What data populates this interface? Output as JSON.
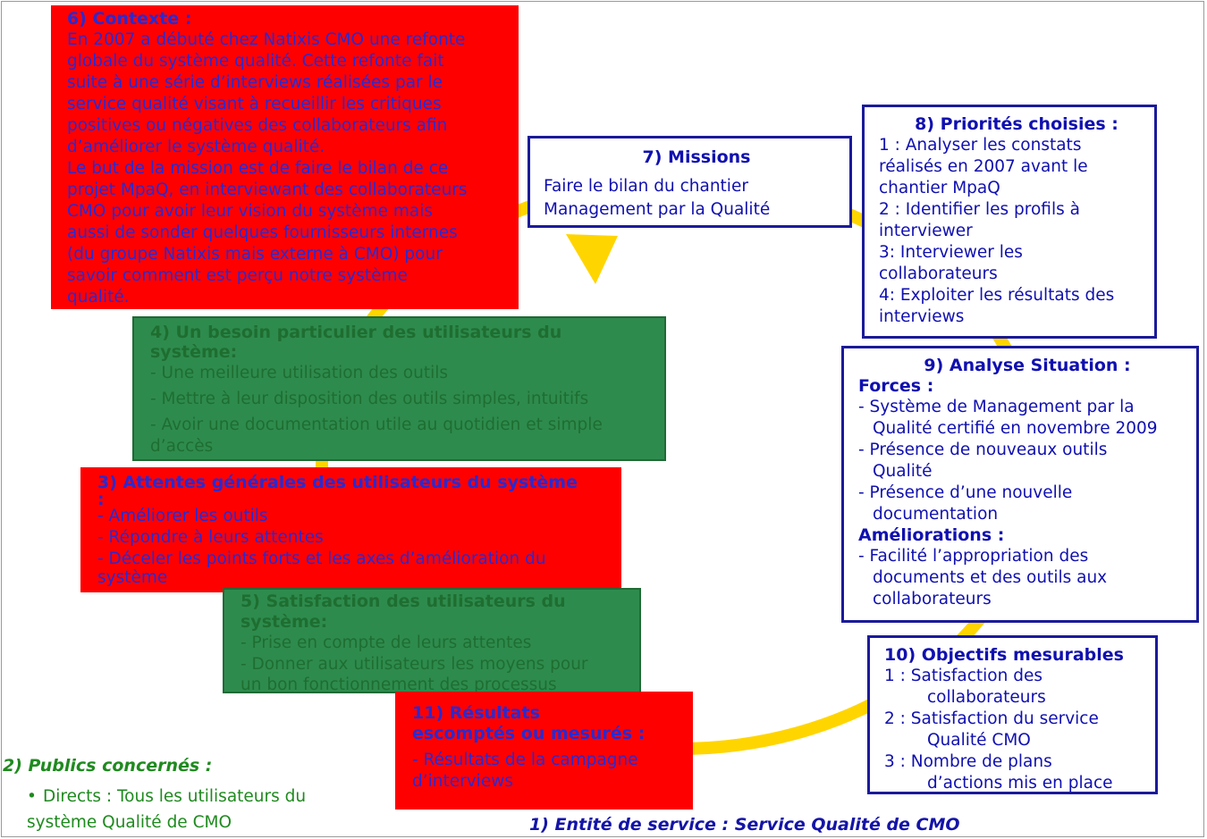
{
  "colors": {
    "ring": "#ffd500",
    "red": "#ff0000",
    "green": "#2e8b4e",
    "navy": "#1a1a9a",
    "publics_green": "#1f8a1f"
  },
  "contexte": {
    "title": "6) Contexte :",
    "lines": [
      "En 2007 a débuté chez Natixis CMO une refonte",
      "globale du système qualité. Cette refonte fait",
      "suite à une série d’interviews réalisées par le",
      "service qualité visant à recueillir les critiques",
      "positives ou négatives des collaborateurs afin",
      "d’améliorer le système qualité.",
      "Le but de la mission est de faire le bilan de ce",
      "projet MpaQ, en interviewant des collaborateurs",
      "CMO pour avoir leur vision du système mais",
      "aussi de sonder quelques fournisseurs internes",
      "(du groupe Natixis mais externe à CMO) pour",
      "savoir comment est perçu notre système",
      "qualité."
    ]
  },
  "missions": {
    "title": "7) Missions",
    "lines": [
      "Faire le bilan du chantier",
      "Management par la Qualité"
    ]
  },
  "priorites": {
    "title": "8) Priorités choisies :",
    "lines": [
      "1 : Analyser les constats",
      "réalisés en 2007 avant le",
      "chantier MpaQ",
      "2 : Identifier les profils à",
      "interviewer",
      "3: Interviewer les",
      "collaborateurs",
      "4: Exploiter les résultats des",
      "interviews"
    ]
  },
  "besoin": {
    "title_1": "4) Un besoin particulier des utilisateurs du",
    "title_2": "système:",
    "items": [
      "- Une meilleure utilisation des outils",
      "- Mettre à leur disposition des outils simples, intuitifs",
      "- Avoir une documentation utile au quotidien et simple",
      "d’accès"
    ]
  },
  "analyse": {
    "title": "9) Analyse Situation :",
    "forces_label": "Forces :",
    "forces": [
      "- Système de Management par la",
      "Qualité certifié en novembre 2009",
      "- Présence de nouveaux outils",
      "Qualité",
      "- Présence d’une nouvelle",
      "documentation"
    ],
    "ameliorations_label": "Améliorations :",
    "ameliorations": [
      "- Facilité l’appropriation des",
      "documents et des outils aux",
      "collaborateurs"
    ]
  },
  "attentes": {
    "title_1": "3) Attentes générales des utilisateurs du système",
    "title_2": ":",
    "items": [
      "- Améliorer les outils",
      "- Répondre à leurs attentes",
      "- Déceler les points forts et les axes d’amélioration du",
      "système"
    ]
  },
  "satisfaction": {
    "title_1": "5) Satisfaction des utilisateurs du",
    "title_2": "système:",
    "items": [
      "- Prise en compte de leurs attentes",
      "- Donner aux utilisateurs les moyens pour",
      "un bon fonctionnement des processus"
    ]
  },
  "objectifs": {
    "title": "10) Objectifs mesurables",
    "lines": [
      "1 : Satisfaction des",
      "collaborateurs",
      "2 : Satisfaction du service",
      "Qualité CMO",
      "3 : Nombre de plans",
      "d’actions mis en place"
    ]
  },
  "resultats": {
    "title_1": "11) Résultats",
    "title_2": "escomptés ou mesurés :",
    "items": [
      "- Résultats de la campagne",
      "d’interviews"
    ]
  },
  "publics": {
    "title": "2) Publics concernés :",
    "bullet": "•",
    "item": "Directs : Tous les utilisateurs du système Qualité de CMO"
  },
  "entity": "1) Entité de service : Service Qualité de CMO"
}
